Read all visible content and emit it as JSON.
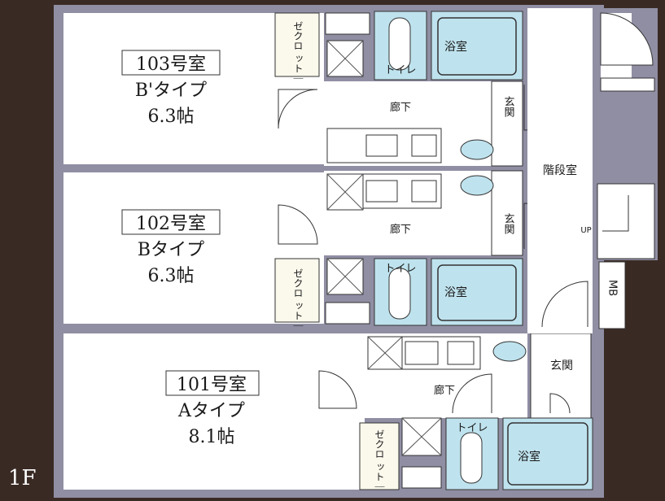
{
  "floor_label": "1F",
  "colors": {
    "background": "#3a2a24",
    "wall": "#8f8ea3",
    "floor": "#ffffff",
    "wet_area": "#bfe3ee",
    "closet": "#fbf8ec",
    "line": "#333333"
  },
  "units": [
    {
      "room": "103号室",
      "type": "B'タイプ",
      "size": "6.3帖"
    },
    {
      "room": "102号室",
      "type": "Bタイプ",
      "size": "6.3帖"
    },
    {
      "room": "101号室",
      "type": "Aタイプ",
      "size": "8.1帖"
    }
  ],
  "labels": {
    "closet": "ゼクロ\nット｜",
    "toilet": "トイレ",
    "bath": "浴室",
    "corridor": "廊下",
    "entrance": "玄関",
    "stairwell": "階段室",
    "up": "UP",
    "mb": "MB"
  }
}
